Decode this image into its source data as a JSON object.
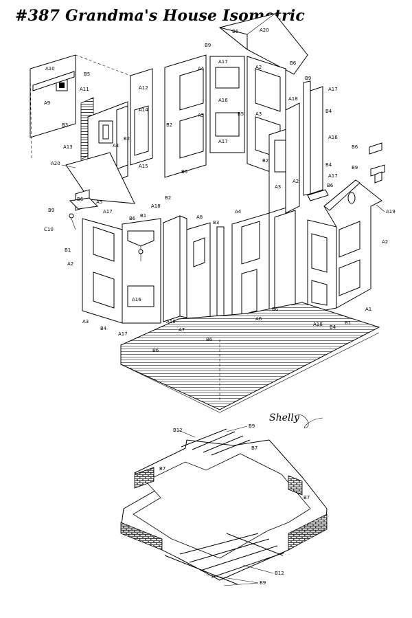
{
  "title": "#387 Grandma's House Isometric",
  "signature": "Shelly",
  "labels": {
    "A1": "A1",
    "A2": "A2",
    "A3": "A3",
    "A4": "A4",
    "A5": "A5",
    "A6": "A6",
    "A7": "A7",
    "A8": "A8",
    "A9": "A9",
    "A10": "A10",
    "A11": "A11",
    "A12": "A12",
    "A13": "A13",
    "A14": "A14",
    "A15": "A15",
    "A16": "A16",
    "A17": "A17",
    "A18": "A18",
    "A19": "A19",
    "A20": "A20",
    "B1": "B1",
    "B2": "B2",
    "B3": "B3",
    "B4": "B4",
    "B5": "B5",
    "B6": "B6",
    "B7": "B7",
    "B9": "B9",
    "B12": "B12",
    "C10": "C10"
  }
}
